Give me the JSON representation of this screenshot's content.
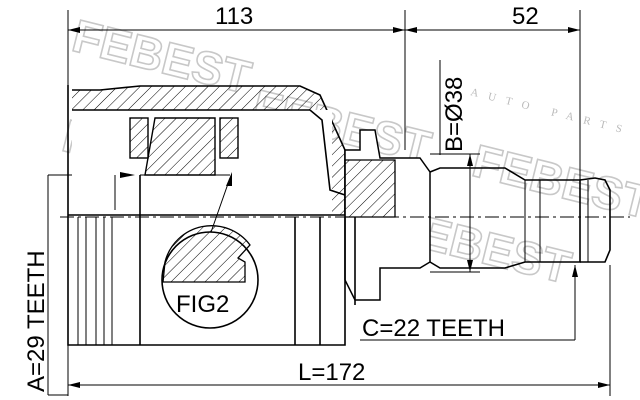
{
  "watermark": {
    "brand": "FEBEST",
    "tagline": "AUTO PARTS"
  },
  "dimensions": {
    "outer_length_label": "113",
    "shaft_length_label": "52",
    "diameter_label": "B=Ø38",
    "inner_teeth_label": "A=29 TEETH",
    "outer_teeth_label": "C=22 TEETH",
    "total_length_label": "L=172"
  },
  "detail": {
    "label": "FIG2"
  }
}
